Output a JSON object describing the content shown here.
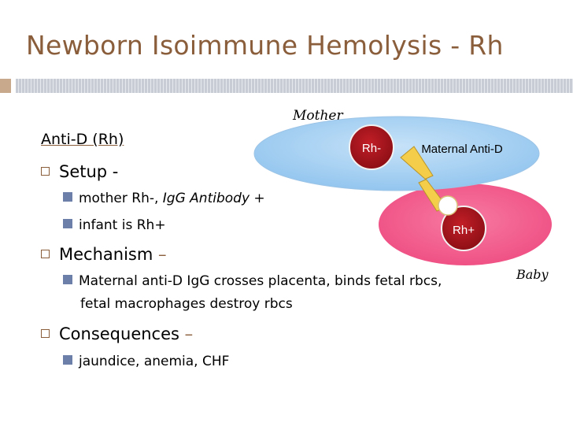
{
  "slide": {
    "title": "Newborn Isoimmune Hemolysis - Rh",
    "heading": "Anti-D (Rh)",
    "bullets": [
      {
        "label": "Setup -",
        "subitems": [
          {
            "prefix": "mother Rh-, ",
            "italic": "IgG Antibody",
            "suffix": " +"
          },
          {
            "prefix": "infant is Rh+",
            "italic": "",
            "suffix": ""
          }
        ]
      },
      {
        "label": "Mechanism",
        "dash": "–",
        "subitems": [
          {
            "line1": "Maternal anti-D IgG crosses placenta, binds fetal rbcs,",
            "line2": "fetal macrophages destroy rbcs"
          }
        ]
      },
      {
        "label": "Consequences",
        "dash": "–",
        "subitems": [
          {
            "text": "jaundice, anemia, CHF"
          }
        ]
      }
    ]
  },
  "diagram": {
    "mother_label": "Mother",
    "baby_label": "Baby",
    "rh_neg_label": "Rh-",
    "rh_pos_label": "Rh+",
    "antibody_label": "Maternal Anti-D",
    "colors": {
      "mother_fill": "#a9d1f2",
      "baby_fill": "#f25a8c",
      "cell_fill": "#a8141c",
      "lightning_fill": "#f4ce4a",
      "accent_brown": "#8a5d3b",
      "bullet_blue": "#6b7fa8"
    }
  }
}
